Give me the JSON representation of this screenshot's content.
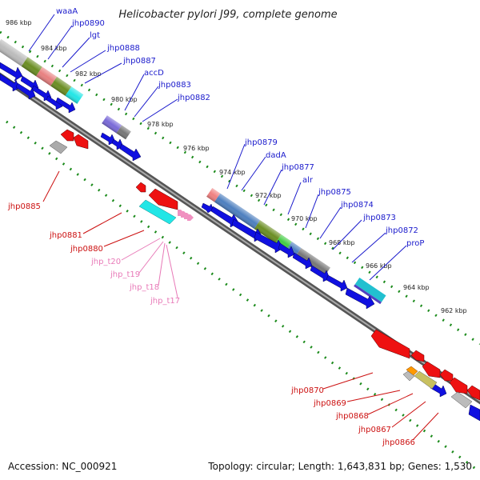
{
  "title": "Helicobacter pylori J99, complete genome",
  "footer": {
    "accession": "Accession: NC_000921",
    "topology": "Topology: circular; Length: 1,643,831 bp; Genes: 1,530"
  },
  "kbp_ticks": [
    "986 kbp",
    "984 kbp",
    "982 kbp",
    "980 kbp",
    "978 kbp",
    "976 kbp",
    "974 kbp",
    "972 kbp",
    "970 kbp",
    "968 kbp",
    "966 kbp",
    "964 kbp",
    "962 kbp"
  ],
  "labels_upper": [
    "waaA",
    "jhp0890",
    "lgt",
    "jhp0888",
    "jhp0887",
    "accD",
    "jhp0883",
    "jhp0882",
    "jhp0879",
    "dadA",
    "jhp0877",
    "alr",
    "jhp0875",
    "jhp0874",
    "jhp0873",
    "jhp0872",
    "proP"
  ],
  "labels_lower_red": [
    "jhp0885",
    "jhp0881",
    "jhp0880",
    "jhp0870",
    "jhp0869",
    "jhp0868",
    "jhp0867",
    "jhp0866"
  ],
  "labels_lower_pink": [
    "jhp_t20",
    "jhp_t19",
    "jhp_t18",
    "jhp_t17"
  ],
  "colors": {
    "forward_gene": "#1010e0",
    "reverse_gene": "#ee1111",
    "trna": "#f090c0",
    "backbone": "#777777",
    "tick": "#1a8a1a",
    "label_blue": "#1a1acc",
    "label_red": "#cc1111",
    "label_pink": "#e87ab8"
  }
}
